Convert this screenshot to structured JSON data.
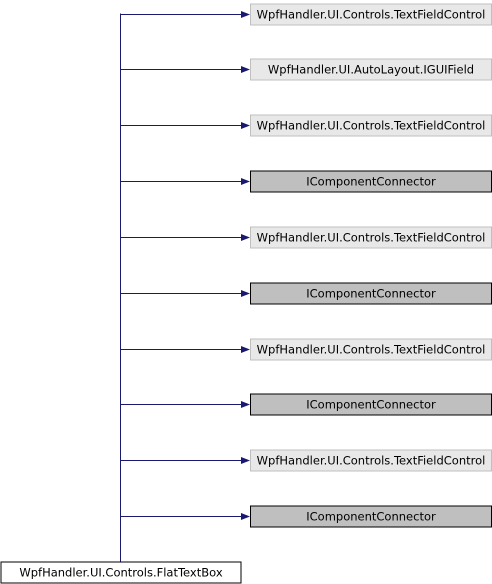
{
  "diagram": {
    "kind": "inheritance-graph",
    "source": {
      "label": "WpfHandler.UI.Controls.FlatTextBox",
      "fill": "#ffffff"
    },
    "targets": [
      {
        "label": "WpfHandler.UI.Controls.TextFieldControl",
        "style": "external",
        "fill": "#e8e8e8"
      },
      {
        "label": "WpfHandler.UI.AutoLayout.IGUIField",
        "style": "external",
        "fill": "#e8e8e8"
      },
      {
        "label": "WpfHandler.UI.Controls.TextFieldControl",
        "style": "external",
        "fill": "#e8e8e8"
      },
      {
        "label": "IComponentConnector",
        "style": "internal",
        "fill": "#bfbfbf"
      },
      {
        "label": "WpfHandler.UI.Controls.TextFieldControl",
        "style": "external",
        "fill": "#e8e8e8"
      },
      {
        "label": "IComponentConnector",
        "style": "internal",
        "fill": "#bfbfbf"
      },
      {
        "label": "WpfHandler.UI.Controls.TextFieldControl",
        "style": "external",
        "fill": "#e8e8e8"
      },
      {
        "label": "IComponentConnector",
        "style": "internal",
        "fill": "#bfbfbf"
      },
      {
        "label": "WpfHandler.UI.Controls.TextFieldControl",
        "style": "external",
        "fill": "#e8e8e8"
      },
      {
        "label": "IComponentConnector",
        "style": "internal",
        "fill": "#bfbfbf"
      }
    ],
    "edge_color": "#191970",
    "border_color": "#000000",
    "external_border_color": "#bfbfbf"
  }
}
